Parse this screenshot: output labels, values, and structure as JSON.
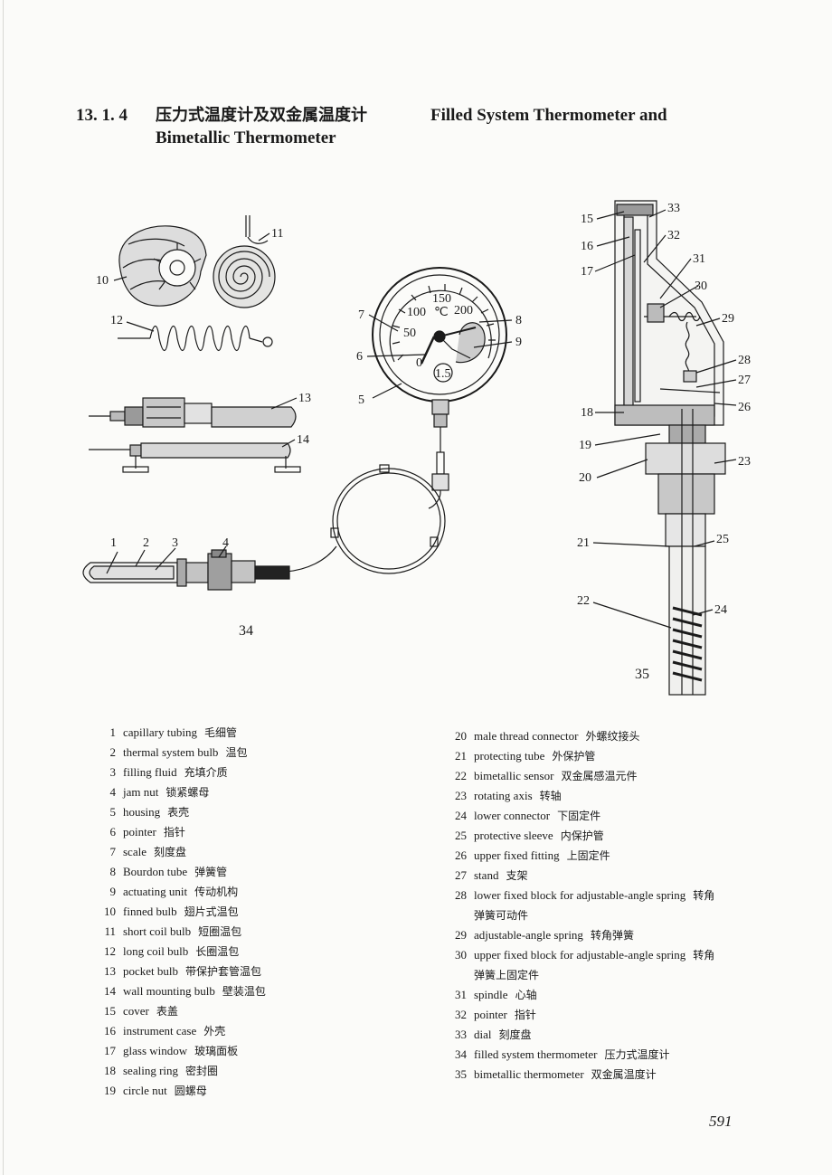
{
  "section": {
    "number": "13. 1. 4",
    "title_cn": "压力式温度计及双金属温度计",
    "title_en_line1": "Filled System Thermometer and",
    "title_en_line2": "Bimetallic Thermometer"
  },
  "figures": {
    "left_caption": "34",
    "right_caption": "35",
    "callouts_left": [
      "1",
      "2",
      "3",
      "4",
      "5",
      "6",
      "7",
      "8",
      "9",
      "10",
      "11",
      "12",
      "13",
      "14"
    ],
    "callouts_right": [
      "15",
      "16",
      "17",
      "18",
      "19",
      "20",
      "21",
      "22",
      "23",
      "24",
      "25",
      "26",
      "27",
      "28",
      "29",
      "30",
      "31",
      "32",
      "33"
    ],
    "gauge_text": {
      "scale_150": "150",
      "scale_100": "100",
      "scale_unit": "℃",
      "scale_200": "200",
      "scale_50": "50",
      "scale_0": "0",
      "class_badge": "1.5"
    }
  },
  "legend_left": [
    {
      "n": "1",
      "en": "capillary tubing",
      "cn": "毛细管"
    },
    {
      "n": "2",
      "en": "thermal system bulb",
      "cn": "温包"
    },
    {
      "n": "3",
      "en": "filling fluid",
      "cn": "充填介质"
    },
    {
      "n": "4",
      "en": "jam nut",
      "cn": "锁紧螺母"
    },
    {
      "n": "5",
      "en": "housing",
      "cn": "表壳"
    },
    {
      "n": "6",
      "en": "pointer",
      "cn": "指针"
    },
    {
      "n": "7",
      "en": "scale",
      "cn": "刻度盘"
    },
    {
      "n": "8",
      "en": "Bourdon tube",
      "cn": "弹簧管"
    },
    {
      "n": "9",
      "en": "actuating unit",
      "cn": "传动机构"
    },
    {
      "n": "10",
      "en": "finned bulb",
      "cn": "翅片式温包"
    },
    {
      "n": "11",
      "en": "short coil bulb",
      "cn": "短圈温包"
    },
    {
      "n": "12",
      "en": "long coil bulb",
      "cn": "长圈温包"
    },
    {
      "n": "13",
      "en": "pocket bulb",
      "cn": "带保护套管温包"
    },
    {
      "n": "14",
      "en": "wall mounting bulb",
      "cn": "壁装温包"
    },
    {
      "n": "15",
      "en": "cover",
      "cn": "表盖"
    },
    {
      "n": "16",
      "en": "instrument case",
      "cn": "外壳"
    },
    {
      "n": "17",
      "en": "glass window",
      "cn": "玻璃面板"
    },
    {
      "n": "18",
      "en": "sealing ring",
      "cn": "密封圈"
    },
    {
      "n": "19",
      "en": "circle nut",
      "cn": "圆螺母"
    }
  ],
  "legend_right": [
    {
      "n": "20",
      "en": "male thread connector",
      "cn": "外螺纹接头"
    },
    {
      "n": "21",
      "en": "protecting tube",
      "cn": "外保护管"
    },
    {
      "n": "22",
      "en": "bimetallic sensor",
      "cn": "双金属感温元件"
    },
    {
      "n": "23",
      "en": "rotating axis",
      "cn": "转轴"
    },
    {
      "n": "24",
      "en": "lower connector",
      "cn": "下固定件"
    },
    {
      "n": "25",
      "en": "protective sleeve",
      "cn": "内保护管"
    },
    {
      "n": "26",
      "en": "upper fixed fitting",
      "cn": "上固定件"
    },
    {
      "n": "27",
      "en": "stand",
      "cn": "支架"
    },
    {
      "n": "28",
      "en": "lower fixed block for adjustable-angle spring",
      "cn": "转角",
      "cont": "弹簧可动件"
    },
    {
      "n": "29",
      "en": "adjustable-angle spring",
      "cn": "转角弹簧"
    },
    {
      "n": "30",
      "en": "upper fixed block for adjustable-angle spring",
      "cn": "转角",
      "cont": "弹簧上固定件"
    },
    {
      "n": "31",
      "en": "spindle",
      "cn": "心轴"
    },
    {
      "n": "32",
      "en": "pointer",
      "cn": "指针"
    },
    {
      "n": "33",
      "en": "dial",
      "cn": "刻度盘"
    },
    {
      "n": "34",
      "en": "filled system thermometer",
      "cn": "压力式温度计"
    },
    {
      "n": "35",
      "en": "bimetallic thermometer",
      "cn": "双金属温度计"
    }
  ],
  "page_number": "591"
}
